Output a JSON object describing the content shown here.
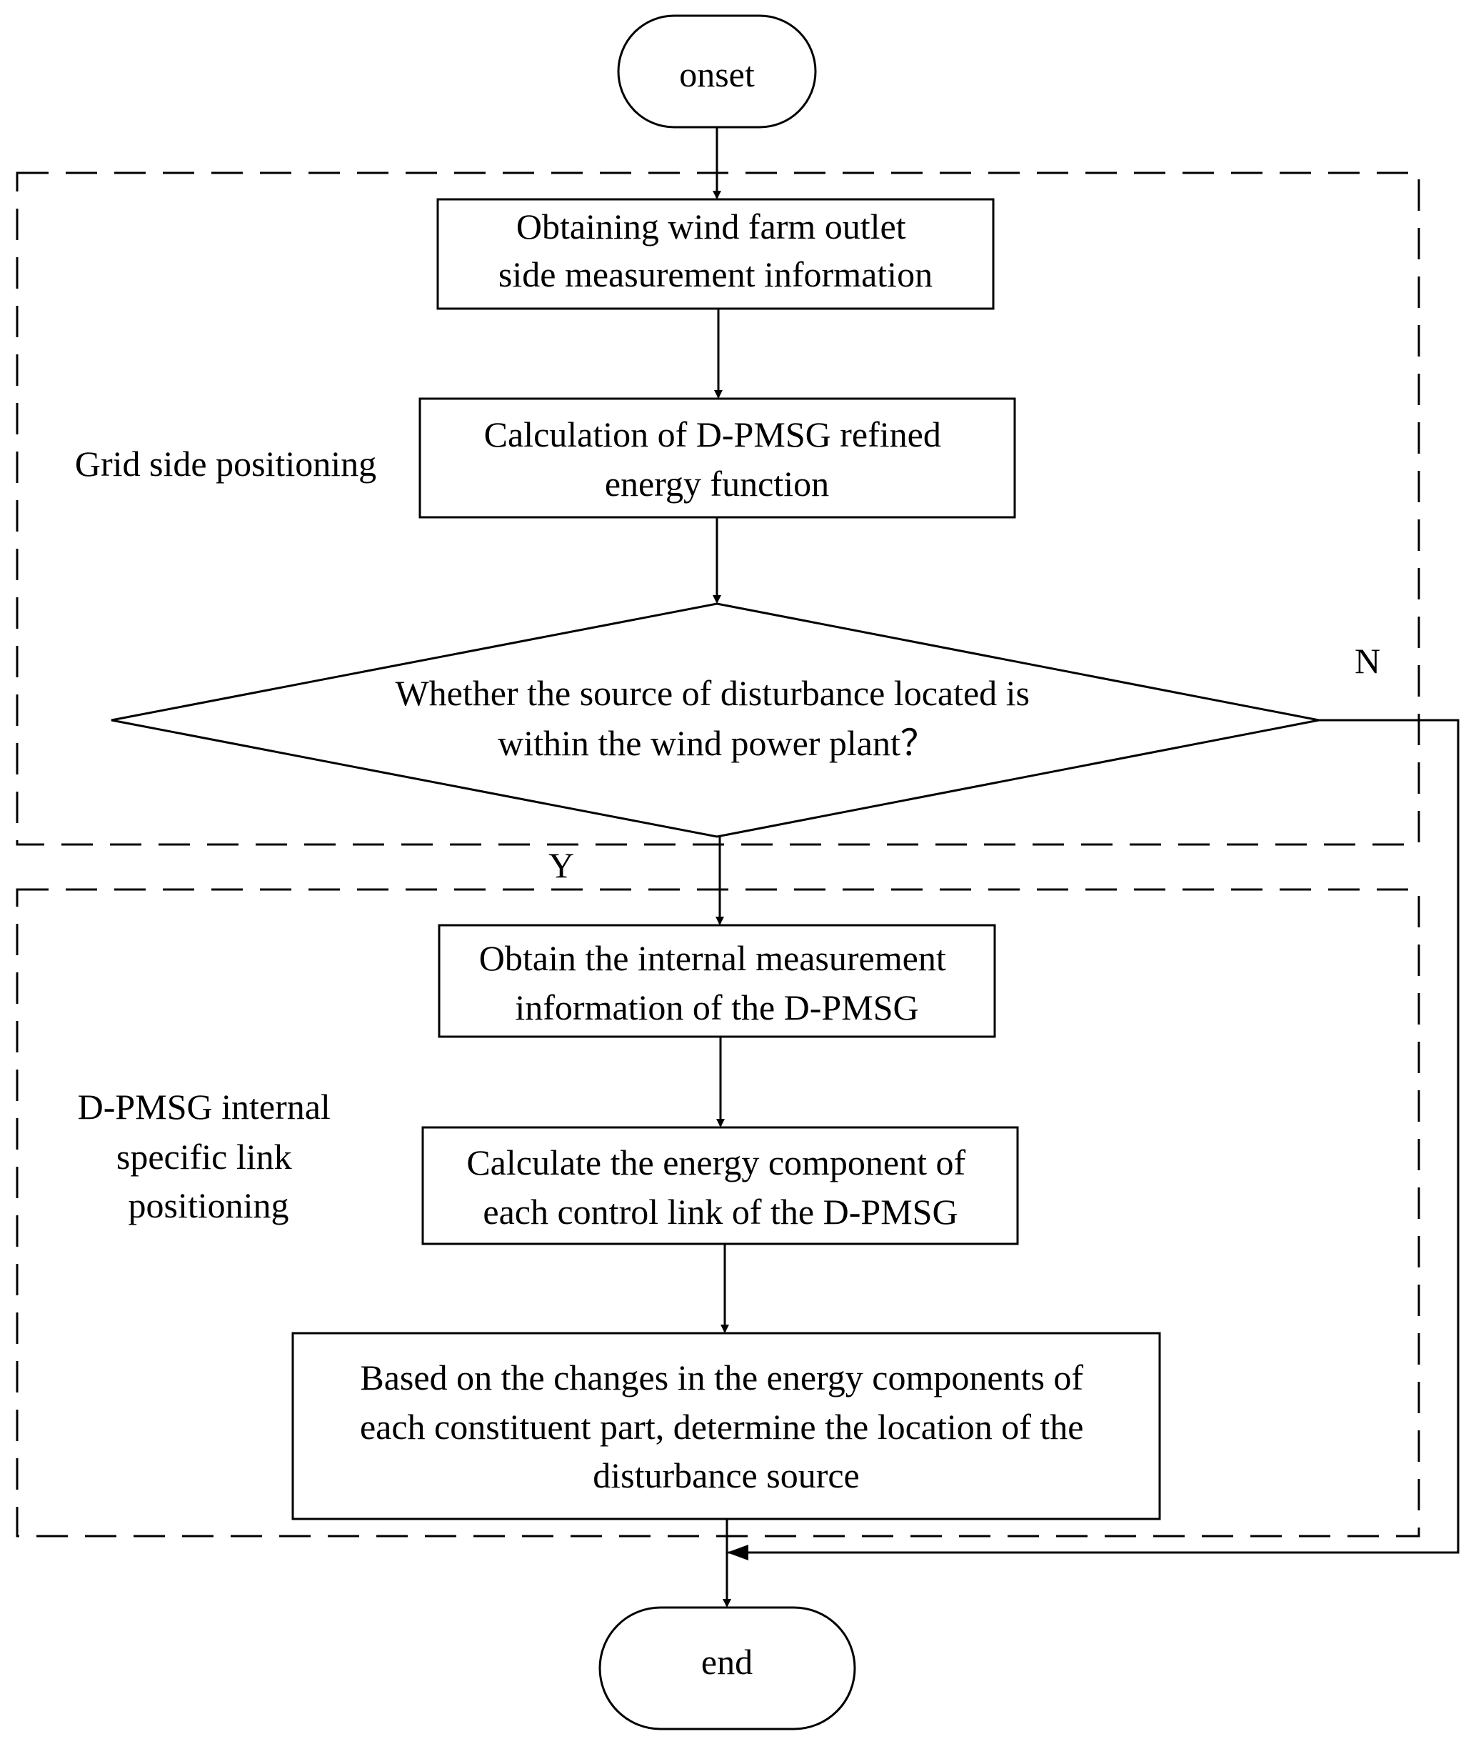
{
  "nodes": {
    "start": {
      "lines": [
        "onset"
      ]
    },
    "step1": {
      "lines": [
        "Obtaining wind farm outlet",
        "side measurement information"
      ]
    },
    "step2": {
      "lines": [
        "Calculation of D-PMSG refined",
        "energy function"
      ]
    },
    "decision": {
      "lines": [
        "Whether the source of disturbance located is",
        "within the wind power plant？"
      ]
    },
    "step3": {
      "lines": [
        "Obtain the internal measurement",
        "information of the D-PMSG"
      ]
    },
    "step4": {
      "lines": [
        "Calculate the energy component of",
        "each control link of the D-PMSG"
      ]
    },
    "step5": {
      "lines": [
        "Based on the changes in the energy components of",
        "each constituent part, determine the location of the",
        "disturbance source"
      ]
    },
    "end": {
      "lines": [
        "end"
      ]
    }
  },
  "groups": {
    "grid": {
      "lines": [
        "Grid side positioning"
      ]
    },
    "internal": {
      "lines": [
        "D-PMSG internal",
        "specific link",
        "positioning"
      ]
    }
  },
  "branches": {
    "yes": "Y",
    "no": "N"
  },
  "colors": {
    "stroke": "#000000",
    "background": "#ffffff"
  }
}
